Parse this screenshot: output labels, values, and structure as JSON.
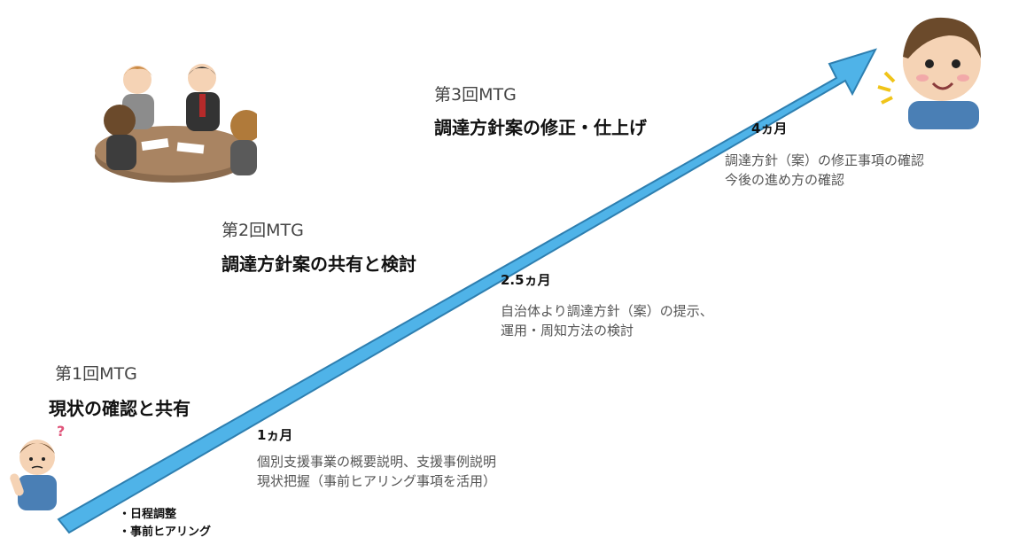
{
  "meetings": [
    {
      "label": "第1回MTG",
      "title": "現状の確認と共有",
      "duration": "1ヵ月",
      "details": [
        "個別支援事業の概要説明、支援事例説明",
        "現状把握（事前ヒアリング事項を活用）"
      ]
    },
    {
      "label": "第2回MTG",
      "title": "調達方針案の共有と検討",
      "duration": "2.5ヵ月",
      "details": [
        "自治体より調達方針（案）の提示、",
        "運用・周知方法の検討"
      ]
    },
    {
      "label": "第3回MTG",
      "title": "調達方針案の修正・仕上げ",
      "duration": "4ヵ月",
      "details": [
        "調達方針（案）の修正事項の確認",
        "今後の進め方の確認"
      ]
    }
  ],
  "preparation": [
    "・日程調整",
    "・事前ヒアリング"
  ],
  "colors": {
    "arrow": "#4fb3e8",
    "arrow_outline": "#2e7fb0"
  },
  "icons": [
    "confused-person-icon",
    "meeting-people-icon",
    "happy-person-icon",
    "progress-arrow-icon"
  ]
}
